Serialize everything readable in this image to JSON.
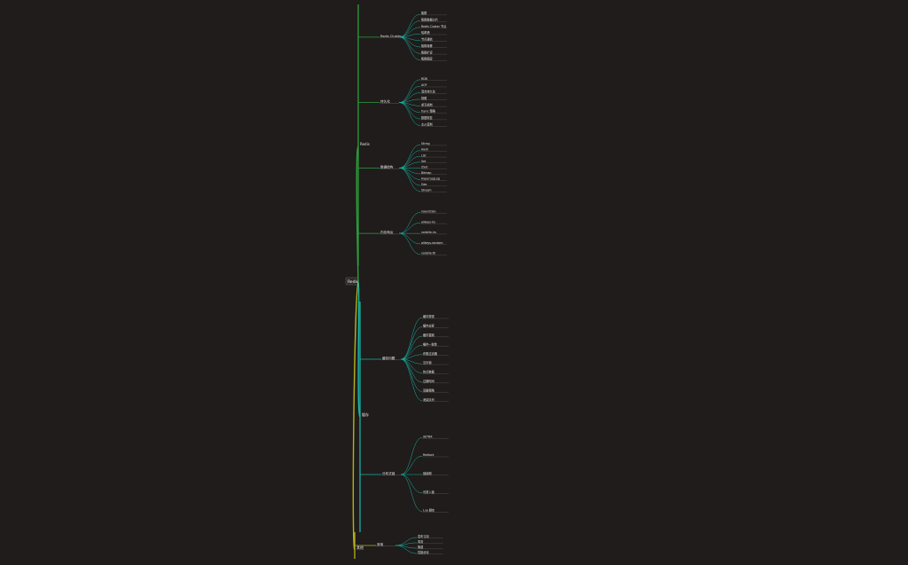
{
  "root": {
    "label": "Redis"
  },
  "colors": {
    "background": "#1f1c1b",
    "branch_green": "#2f9d3c",
    "branch_teal": "#19b3a4",
    "branch_yellow": "#b7b21b",
    "branch_blue": "#2d7ad6",
    "leaf_text": "#e6e6e6",
    "underline": "#6a6a6a"
  },
  "branches": [
    {
      "label": "Redis",
      "color_key": "branch_green",
      "groups": [
        {
          "label": "Redis Cluster",
          "children": [
            "集群",
            "集群数据分片",
            "Redis Cluster 节点",
            "哈希槽",
            "节点通信",
            "故障转移",
            "集群扩容",
            "集群缩容"
          ]
        },
        {
          "label": "持久化",
          "children": [
            "RDB",
            "AOF",
            "混合持久化",
            "快照",
            "重写机制",
            "fsync 策略",
            "数据恢复",
            "主从复制"
          ]
        },
        {
          "label": "数据结构",
          "children": [
            "String",
            "Hash",
            "List",
            "Set",
            "ZSet",
            "Bitmap",
            "HyperLogLog",
            "Geo",
            "Stream"
          ]
        },
        {
          "label": "内存淘汰",
          "children": [
            "noeviction",
            "allkeys-lru",
            "volatile-lru",
            "allkeys-random",
            "volatile-ttl"
          ]
        }
      ]
    },
    {
      "label": "缓存",
      "color_key": "branch_teal",
      "groups": [
        {
          "label": "缓存问题",
          "children": [
            "缓存穿透",
            "缓存击穿",
            "缓存雪崩",
            "缓存一致性",
            "布隆过滤器",
            "互斥锁",
            "热点数据",
            "过期时间",
            "双删策略",
            "消息队列"
          ]
        },
        {
          "label": "分布式锁",
          "children": [
            "SETNX",
            "Redlock",
            "锁续期",
            "可重入锁",
            "Lua 脚本"
          ]
        }
      ]
    },
    {
      "label": "其他",
      "color_key": "branch_yellow",
      "groups": [
        {
          "label": "其他",
          "children": [
            "发布订阅",
            "事务",
            "管道",
            "性能优化"
          ]
        }
      ]
    }
  ]
}
